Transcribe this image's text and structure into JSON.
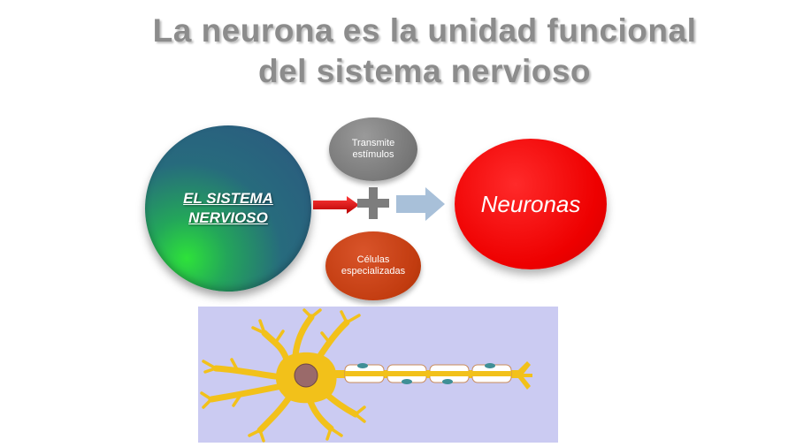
{
  "title": {
    "line1": "La neurona  es la unidad  funcional",
    "line2": "del sistema nervioso"
  },
  "diagram": {
    "main_node": "EL SISTEMA NERVIOSO",
    "top_node": "Transmite estímulos",
    "bottom_node": "Células especializadas",
    "result_node": "Neuronas"
  },
  "colors": {
    "title_gray": "#8c8c8c",
    "main_node": "#2c5780",
    "top_node": "#777777",
    "bottom_node": "#c23c10",
    "result_node": "#ee0000",
    "neuron_body": "#f2c11a",
    "panel_background": "#cbcbf2"
  },
  "illustration": {
    "icon": "neuron-illustration"
  }
}
